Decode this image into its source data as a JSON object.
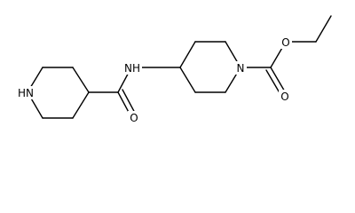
{
  "molecule": {
    "atoms": {
      "piperidine_nh": "HN",
      "amide_nh": "NH",
      "amide_o": "O",
      "ring_n": "N",
      "ester_o_double": "O",
      "ester_o_single": "O"
    }
  }
}
